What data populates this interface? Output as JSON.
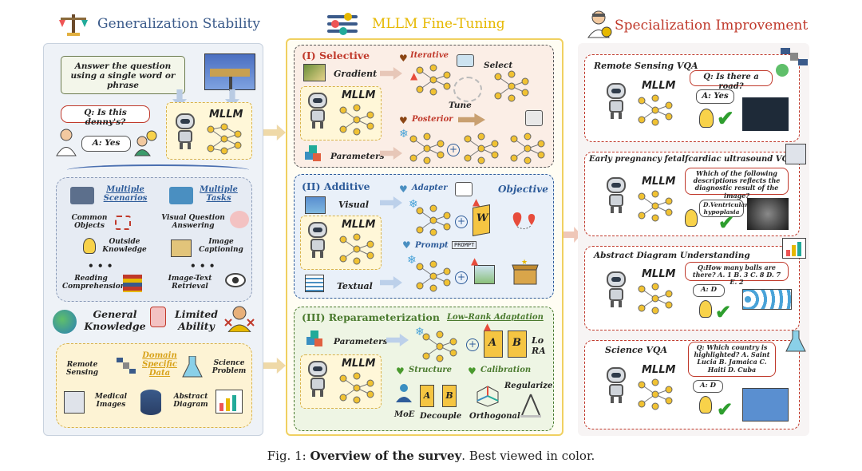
{
  "headers": {
    "left": "Generalization Stability",
    "middle": "MLLM Fine-Tuning",
    "right": "Specialization Improvement"
  },
  "colors": {
    "left_header": "#3a5a8a",
    "middle_header": "#e6b800",
    "right_header": "#c0392b",
    "selective": "#c0392b",
    "additive": "#2e5c9a",
    "reparam": "#4a7a2e"
  },
  "left": {
    "prompt": "Answer the question using a single word or phrase",
    "question": "Q: Is this denny's?",
    "answer": "A: Yes",
    "mllm": "MLLM",
    "multiple_scenarios": "Multiple Scenarios",
    "multiple_tasks": "Multiple Tasks",
    "scenario_items": [
      "Common Objects",
      "Outside Knowledge",
      "Reading Comprehension"
    ],
    "task_items": [
      "Visual Question Answering",
      "Image Captioning",
      "Image-Text Retrieval"
    ],
    "dots": "• • •",
    "general_knowledge": "General Knowledge",
    "limited_ability": "Limited Ability",
    "domain_specific": "Domain Specific Data",
    "domain_items": [
      "Remote Sensing",
      "Science Problem",
      "Medical Images",
      "Abstract Diagram"
    ]
  },
  "middle": {
    "selective": {
      "title": "(I) Selective",
      "gradient": "Gradient",
      "iterative": "Iterative",
      "select": "Select",
      "mllm": "MLLM",
      "tune": "Tune",
      "posterior": "Posterior",
      "parameters": "Parameters"
    },
    "additive": {
      "title": "(II) Additive",
      "adapter": "Adapter",
      "objective": "Objective",
      "visual": "Visual",
      "mllm": "MLLM",
      "w": "W",
      "prompt": "Prompt",
      "prompt_tag": "PROMPT",
      "textual": "Textual"
    },
    "reparam": {
      "title": "(III) Reparameterization",
      "lora": "Low-Rank Adaptation",
      "parameters": "Parameters",
      "a": "A",
      "b": "B",
      "lora_short": "Lo RA",
      "mllm": "MLLM",
      "structure": "Structure",
      "calibration": "Calibration",
      "regularize": "Regularize",
      "moe": "MoE",
      "decouple": "Decouple",
      "orthogonal": "Orthogonal"
    }
  },
  "right": {
    "rs": {
      "title": "Remote Sensing VQA",
      "mllm": "MLLM",
      "q": "Q: Is there a road?",
      "a": "A: Yes"
    },
    "us": {
      "title": "Early pregnancy fetalfcardiac ultrasound VQA",
      "mllm": "MLLM",
      "q": "Which of the following descriptions reflects the diagnostic result of the image?",
      "a": "D.Ventricular hypoplasia"
    },
    "ad": {
      "title": "Abstract Diagram Understanding",
      "mllm": "MLLM",
      "q": "Q:How many balls are there? A. 1 B. 3 C. 8 D. 7 E. 2",
      "a": "A: D"
    },
    "sc": {
      "title": "Science VQA",
      "mllm": "MLLM",
      "q": "Q: Which country is highlighted? A. Saint Lucia B. Jamaica C. Haiti D. Cuba",
      "a": "A: D"
    }
  },
  "caption": {
    "prefix": "Fig. 1: ",
    "bold": "Overview of the survey",
    "suffix": ". Best viewed in color."
  }
}
